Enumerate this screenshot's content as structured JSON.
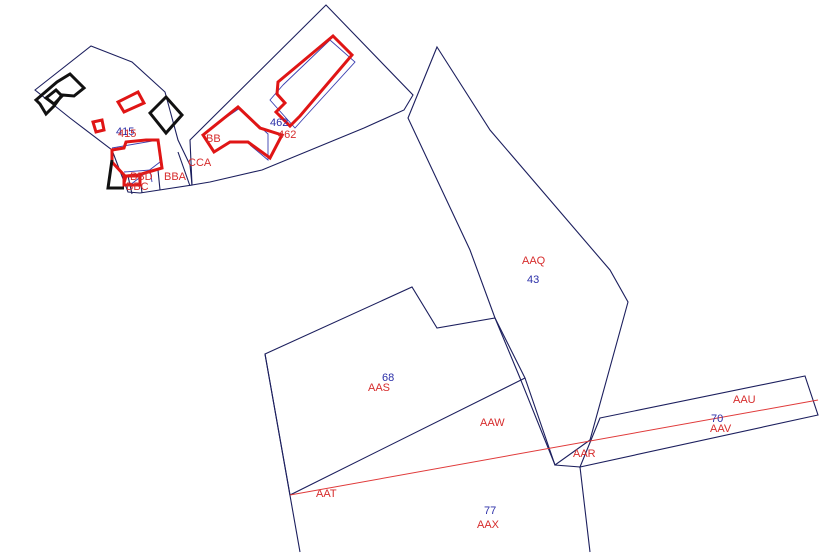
{
  "colors": {
    "parcel_line": "#1c1f5e",
    "parcel_code": "#d62c2c",
    "parcel_number": "#2b2fa8",
    "building_red": "#e01515",
    "building_black": "#111111",
    "easement_line": "#e03a3a",
    "background": "#ffffff"
  },
  "labels": {
    "parcel_aaq_code": "AAQ",
    "parcel_aaq_number": "43",
    "parcel_aas_code": "AAS",
    "parcel_aas_number": "68",
    "parcel_aaw_code": "AAW",
    "parcel_aat_code": "AAT",
    "parcel_aax_code": "AAX",
    "parcel_aax_number": "77",
    "parcel_aar_code": "AAR",
    "parcel_aau_code": "AAU",
    "parcel_aav_code": "AAV",
    "parcel_aav_number": "70",
    "parcel_415_number": "415",
    "parcel_415_overlap": "415",
    "parcel_462_number": "462",
    "parcel_462_code": "462",
    "parcel_bbd_code": "BBD",
    "parcel_bba_code": "BBA",
    "parcel_bbc_code": "BBC",
    "parcel_cca_code": "CCA",
    "parcel_bb_code": "BB"
  }
}
